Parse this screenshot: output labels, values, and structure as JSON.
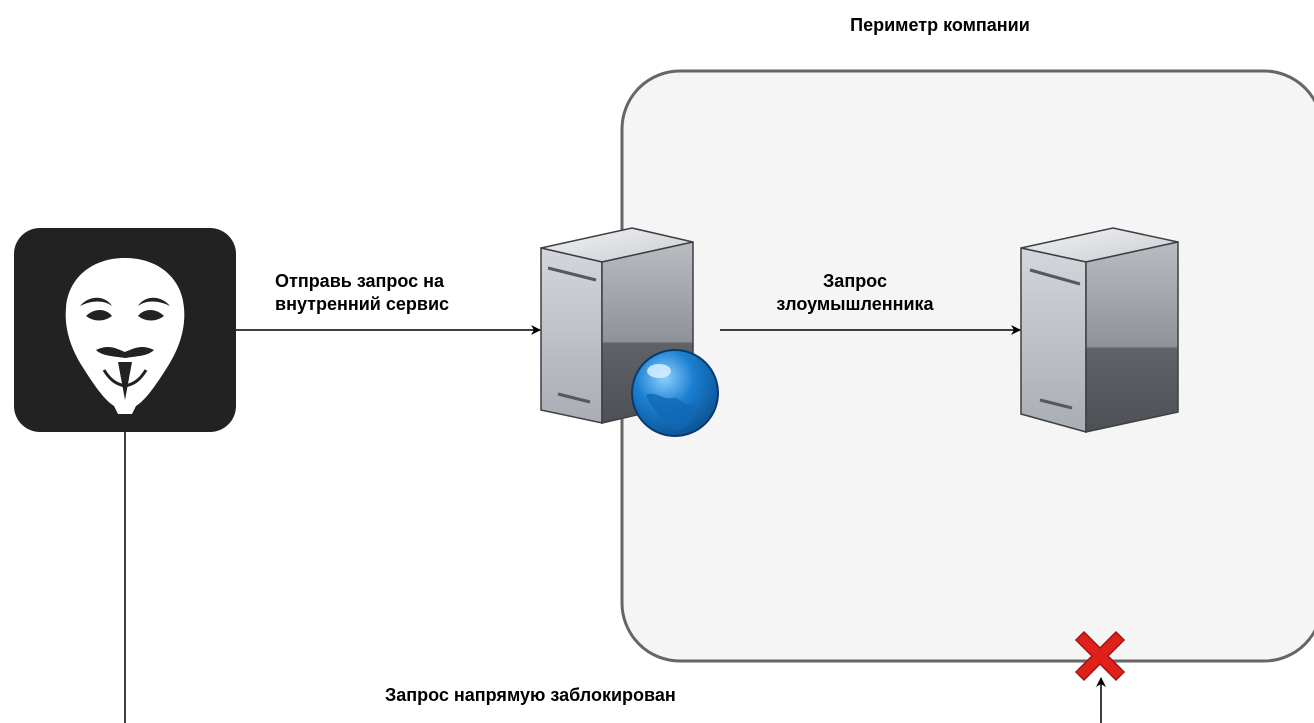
{
  "perimeter": {
    "title": "Периметр компании"
  },
  "edges": {
    "attacker_to_proxy": {
      "line1": "Отправь запрос на",
      "line2": "внутренний сервис"
    },
    "proxy_to_internal": {
      "line1": "Запрос",
      "line2": "злоумышленника"
    },
    "direct": {
      "label": "Запрос напрямую заблокирован"
    }
  },
  "nodes": {
    "attacker": {
      "icon": "hacker-mask-icon"
    },
    "proxy_server": {
      "icon": "server-with-globe-icon"
    },
    "internal_server": {
      "icon": "server-icon"
    },
    "blocked_marker": {
      "icon": "red-x-icon"
    }
  },
  "colors": {
    "perimeter_fill": "#f5f5f5",
    "perimeter_stroke": "#666666",
    "globe": "#1b7fd1",
    "blocked": "#e0201b",
    "attacker_bg": "#222222"
  }
}
